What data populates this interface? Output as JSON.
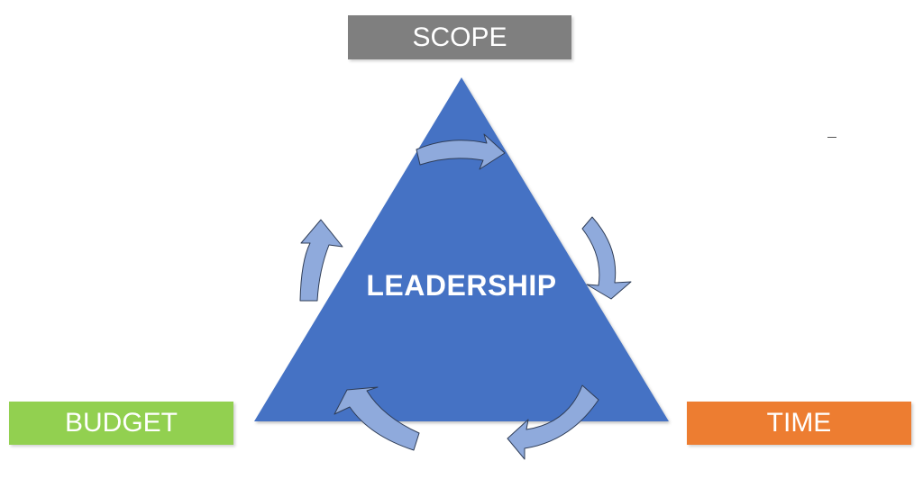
{
  "diagram": {
    "center_label": "LEADERSHIP",
    "corners": {
      "top": {
        "label": "SCOPE",
        "color": "#7f7f7f"
      },
      "bottom_left": {
        "label": "BUDGET",
        "color": "#92d050"
      },
      "bottom_right": {
        "label": "TIME",
        "color": "#ed7d31"
      }
    },
    "triangle_color": "#4472c4",
    "arrow_color": "#8faadc",
    "arrow_outline_color": "#2f3d57",
    "cycle_direction": "clockwise",
    "arrow_count": 5
  }
}
